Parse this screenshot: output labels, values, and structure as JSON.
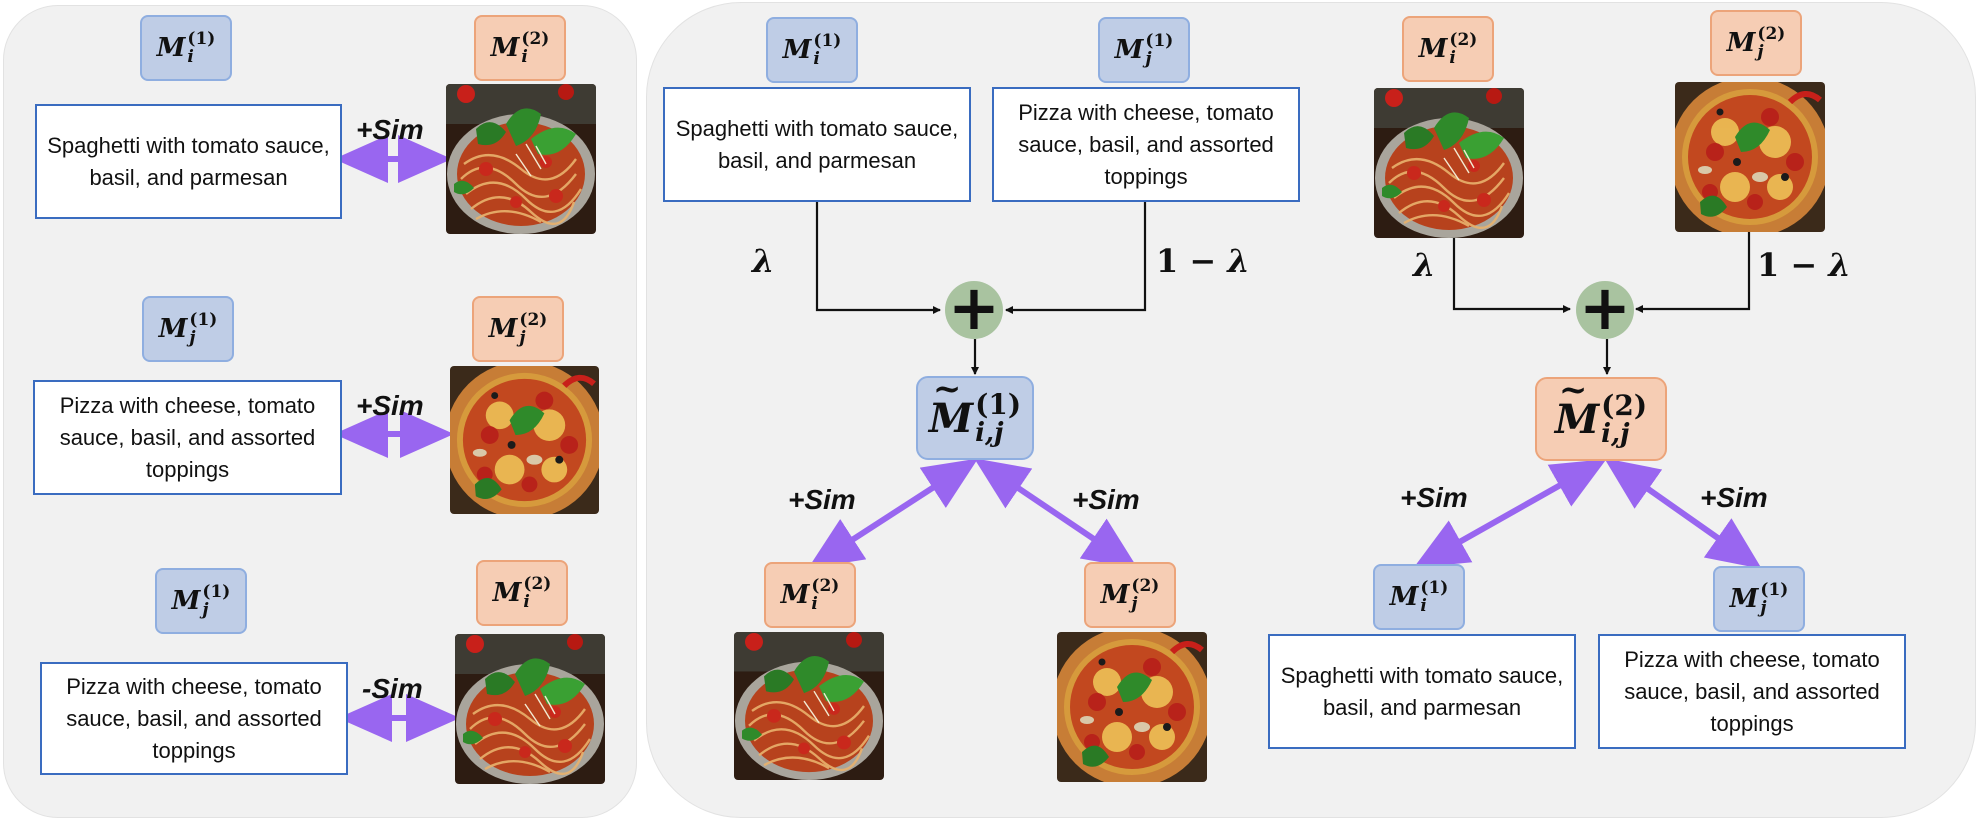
{
  "captions": {
    "spaghetti": "Spaghetti with tomato sauce, basil, and parmesan",
    "pizza": "Pizza with cheese, tomato sauce, basil, and assorted toppings"
  },
  "sim": {
    "pos": "+Sim",
    "neg": "-Sim"
  },
  "coef": {
    "lambda": "λ",
    "one_minus": "1 − ",
    "lambda_it": "λ"
  },
  "plus_symbol": "+",
  "labels": {
    "M": "M",
    "sup1": "(1)",
    "sup2": "(2)",
    "i": "i",
    "j": "j",
    "ij": "i,j"
  },
  "colors": {
    "text_box_border": "#3a6cc0",
    "label_blue_fill": "#bfcde6",
    "label_orange_fill": "#f6cdb4",
    "arrow_purple": "#9966f0",
    "plus_fill": "#a9c3a0",
    "panel_bg": "#f1f1f1"
  },
  "icons": {
    "spaghetti_image": "spaghetti-photo",
    "pizza_image": "pizza-photo"
  }
}
